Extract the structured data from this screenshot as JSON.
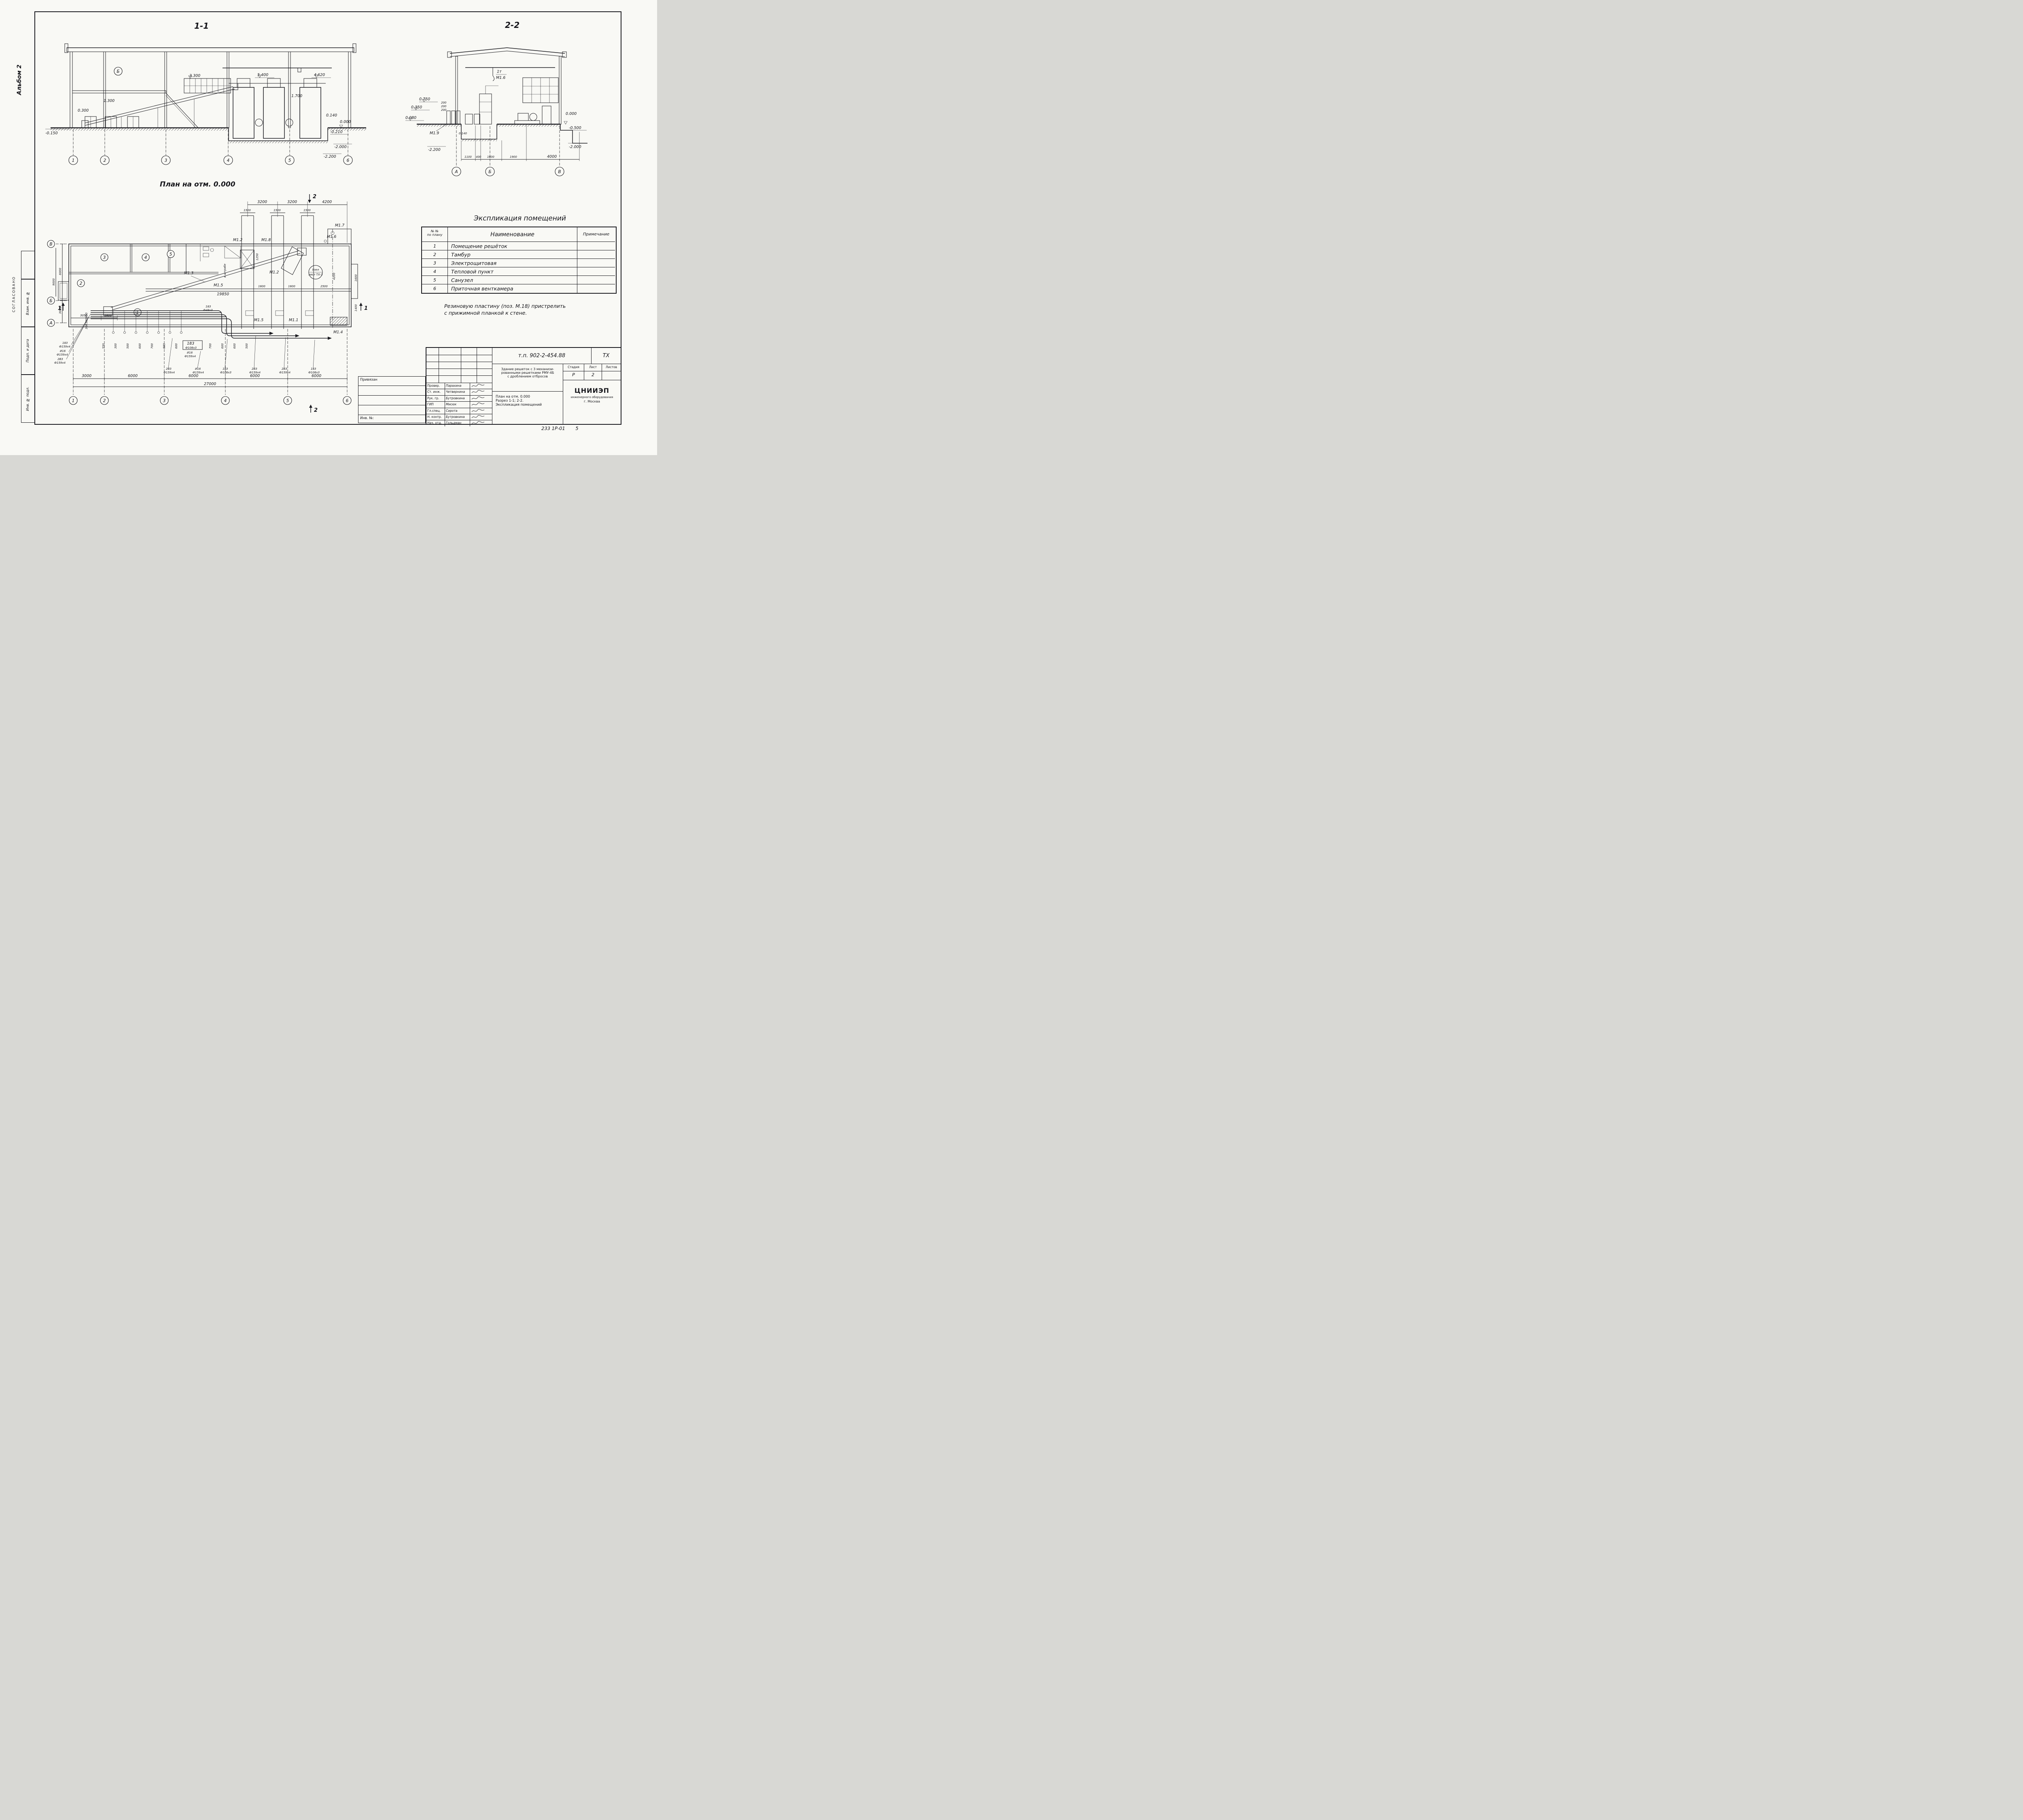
{
  "page": {
    "album": "Альбом 2",
    "soglasovano": "СОГЛАСОВАНО",
    "strip": [
      "Взам. инв. №",
      "Подп. и дата",
      "Инв. № подл."
    ],
    "footer_code": "233 1Р-01",
    "footer_sheet": "5"
  },
  "s11": {
    "title": "1-1",
    "room": "Б",
    "e3300": "3.300",
    "e5400": "5.400",
    "e4620": "4.620",
    "e1300": "1.300",
    "e0300": "0.300",
    "e1700": "1.700",
    "e0140": "0.140",
    "e0000": "0.000",
    "em0150": "-0.150",
    "em0210": "-0.210",
    "em2000": "-2.000",
    "em2200": "-2.200",
    "grid": [
      "1",
      "2",
      "3",
      "4",
      "5",
      "6"
    ]
  },
  "s22": {
    "title": "2-2",
    "hoist_t": "1т",
    "hoist_m": "М1.6",
    "e0750": "0.750",
    "e0350": "0.350",
    "e0080": "0.080",
    "e0000": "0.000",
    "em0500": "-0.500",
    "em2000": "-2.000",
    "em2200": "-2.200",
    "m19": "М1.9",
    "e0140": "0.140",
    "d200": [
      "200",
      "200",
      "200"
    ],
    "dims": [
      "1100",
      "400",
      "1600",
      "1900",
      "4000"
    ],
    "grid": [
      "А",
      "Б",
      "В"
    ]
  },
  "plan": {
    "title": "План на отм. 0.000",
    "cut2": "2",
    "cut1": "1",
    "dtop": [
      "3200",
      "3200",
      "4200"
    ],
    "d1500": [
      "1500",
      "1500",
      "1500"
    ],
    "m17": "М1.7",
    "m16": "М1.6",
    "m18": "М1.8",
    "m12a": "М1.2",
    "m12b": "М1.2",
    "m13": "М1.3",
    "m15a": "М1.5",
    "m15b": "М1.5",
    "m11": "М1.1",
    "m14": "М1.4",
    "len": "19850",
    "shtraba": "в штрабе",
    "r1250": "1250",
    "uzel1": "Узел",
    "uzel2": "лист ТХ-3",
    "rooms": [
      "1",
      "2",
      "3",
      "4",
      "5"
    ],
    "d3050": "3050",
    "d1600a": "1600",
    "d1600b": "1600",
    "d1600c": "1600",
    "d2500": "2500",
    "d4200v": "4200",
    "d1600v": "1600",
    "d1400v": "1400",
    "dbot": [
      "3000",
      "6000",
      "6000",
      "6000",
      "6000"
    ],
    "dtotal": "27000",
    "dleft": [
      "6000",
      "3000"
    ],
    "dlefttotal": "9000",
    "d850": [
      "850",
      "300",
      "300"
    ],
    "spacings": [
      "550",
      "300",
      "500",
      "600",
      "700",
      "600",
      "600",
      "700",
      "600",
      "600",
      "500"
    ],
    "pipeL": [
      {
        "t": "183",
        "d": "Ф159х4"
      },
      {
        "t": "И16",
        "d": "Ф159х4"
      },
      {
        "t": "2В3",
        "d": "Ф159х4"
      }
    ],
    "pipeC": [
      {
        "t": "183",
        "d": "Ф108х3"
      },
      {
        "t": "И16",
        "d": "Ф159х4"
      }
    ],
    "pipe48": {
      "t": "183",
      "d": "Ф48х3"
    },
    "pipeB": [
      {
        "t": "2В3",
        "d": "Ф159х4"
      },
      {
        "t": "И16",
        "d": "Ф159х4"
      },
      {
        "t": "183",
        "d": "Ф108х3"
      },
      {
        "t": "2В3",
        "d": "Ф159х4"
      },
      {
        "t": "2В3",
        "d": "Ф159х4"
      },
      {
        "t": "183",
        "d": "Ф108х3"
      }
    ],
    "gridB": [
      "1",
      "2",
      "3",
      "4",
      "5",
      "6"
    ],
    "gridL": [
      "В",
      "Б",
      "А"
    ]
  },
  "expl": {
    "title": "Экспликация помещений",
    "h_num1": "№ №",
    "h_num2": "по плану",
    "h_name": "Наименование",
    "h_note": "Примечание",
    "rows": [
      {
        "n": "1",
        "name": "Помещение решёток"
      },
      {
        "n": "2",
        "name": "Тамбур"
      },
      {
        "n": "3",
        "name": "Электрощитовая"
      },
      {
        "n": "4",
        "name": "Тепловой пункт"
      },
      {
        "n": "5",
        "name": "Санузел"
      },
      {
        "n": "6",
        "name": "Приточная венткамера"
      }
    ]
  },
  "note": {
    "l1": "Резиновую пластину (поз. М.18) пристрелить",
    "l2": "с прижимной планкой  к стене."
  },
  "stamp": {
    "doc": "т.п. 902-2-454.88",
    "code": "ТХ",
    "privyazan": "Привязан",
    "inv": "Инв. №:",
    "roles": [
      {
        "r": "Провер.",
        "n": "Парахина"
      },
      {
        "r": "Ст. инж.",
        "n": "Четвернина"
      },
      {
        "r": "Рук. гр.",
        "n": "Бутровкина"
      },
      {
        "r": "ГИП",
        "n": "Мисюк"
      },
      {
        "r": "Гл.спец.",
        "n": "Сирота"
      },
      {
        "r": "Н. контр.",
        "n": "Бутровкина"
      },
      {
        "r": "Нач. отд.",
        "n": "Гольдман"
      }
    ],
    "obj1": "Здание решеток с 3 механизи-",
    "obj2": "рованными решетками РМУ-4Б",
    "obj3": "с дроблением отбросов",
    "sh1": "План на отм. 0.000",
    "sh2": "Разрез 1-1; 2-2.",
    "sh3": "Экспликация помещений",
    "stage_h": [
      "Стадия",
      "Лист",
      "Листов"
    ],
    "stage": "Р",
    "sheet": "2",
    "org1": "ЦНИИЭП",
    "org2": "инженерного оборудования",
    "org3": "г. Москва"
  }
}
